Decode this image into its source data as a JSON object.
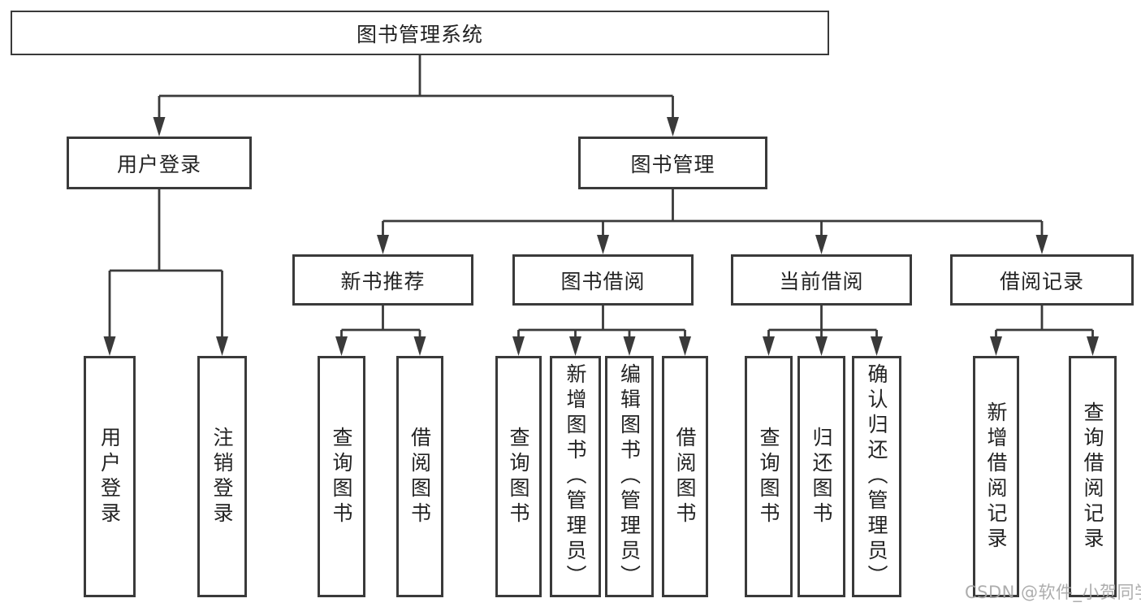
{
  "diagram": {
    "title": "图书管理系统",
    "level2": [
      {
        "label": "用户登录"
      },
      {
        "label": "图书管理"
      }
    ],
    "level3": [
      {
        "label": "新书推荐"
      },
      {
        "label": "图书借阅"
      },
      {
        "label": "当前借阅"
      },
      {
        "label": "借阅记录"
      }
    ],
    "leaves": {
      "user_login_group": [
        {
          "label": "用户登录"
        },
        {
          "label": "注销登录"
        }
      ],
      "new_book_group": [
        {
          "label": "查询图书"
        },
        {
          "label": "借阅图书"
        }
      ],
      "book_borrow_group": [
        {
          "label": "查询图书"
        },
        {
          "label": "新增图书（管理员）"
        },
        {
          "label": "编辑图书（管理员）"
        },
        {
          "label": "借阅图书"
        }
      ],
      "current_borrow_group": [
        {
          "label": "查询图书"
        },
        {
          "label": "归还图书"
        },
        {
          "label": "确认归还（管理员）"
        }
      ],
      "record_group": [
        {
          "label": "新增借阅记录"
        },
        {
          "label": "查询借阅记录"
        }
      ]
    }
  },
  "watermark": "CSDN @软件_小贺同学",
  "colors": {
    "line": "#3a3a3a",
    "border": "#3a3a3a",
    "text": "#232323",
    "background": "#ffffff",
    "watermark": "#a5a5a5"
  }
}
